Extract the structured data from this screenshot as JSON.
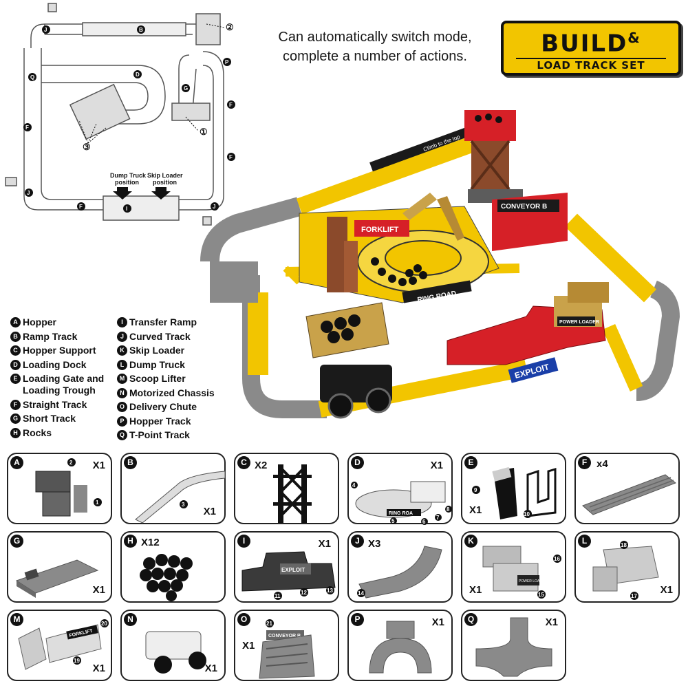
{
  "header": {
    "tagline_line1": "Can automatically switch mode,",
    "tagline_line2": "complete a number of actions.",
    "logo_build": "BUILD",
    "logo_amp": "&",
    "logo_subtitle": "LOAD TRACK SET"
  },
  "layout_diagram": {
    "dump_truck_label_1": "Dump Truck",
    "dump_truck_label_2": "position",
    "skip_loader_label_1": "Skip Loader",
    "skip_loader_label_2": "position",
    "callout_1": "①",
    "callout_2": "②",
    "callout_3": "③",
    "track_letters": [
      "J",
      "B",
      "Q",
      "D",
      "G",
      "P",
      "F",
      "F",
      "F",
      "J",
      "F",
      "I",
      "J"
    ]
  },
  "playset": {
    "forklift_sign": "FORKLIFT",
    "climb_sign": "Climb to the top",
    "ring_road_sign": "RING ROAD",
    "conveyor_sign": "CONVEYOR B",
    "exploit_sign": "EXPLOIT",
    "power_loader_sign": "POWER LOADER",
    "colors": {
      "yellow": "#f2c500",
      "red": "#d62027",
      "gray": "#8a8a8a",
      "brown": "#8b4a2b",
      "black": "#1a1a1a"
    }
  },
  "legend": {
    "column1": [
      {
        "letter": "A",
        "label": "Hopper"
      },
      {
        "letter": "B",
        "label": "Ramp Track"
      },
      {
        "letter": "C",
        "label": "Hopper Support"
      },
      {
        "letter": "D",
        "label": "Loading Dock"
      },
      {
        "letter": "E",
        "label": "Loading Gate and Loading Trough"
      },
      {
        "letter": "F",
        "label": "Straight Track"
      },
      {
        "letter": "G",
        "label": "Short Track"
      },
      {
        "letter": "H",
        "label": "Rocks"
      }
    ],
    "column2": [
      {
        "letter": "I",
        "label": "Transfer Ramp"
      },
      {
        "letter": "J",
        "label": "Curved Track"
      },
      {
        "letter": "K",
        "label": "Skip Loader"
      },
      {
        "letter": "L",
        "label": "Dump Truck"
      },
      {
        "letter": "M",
        "label": "Scoop Lifter"
      },
      {
        "letter": "N",
        "label": "Motorized Chassis"
      },
      {
        "letter": "O",
        "label": "Delivery Chute"
      },
      {
        "letter": "P",
        "label": "Hopper Track"
      },
      {
        "letter": "Q",
        "label": "T-Point Track"
      }
    ]
  },
  "parts": [
    {
      "letter": "A",
      "qty": "X1"
    },
    {
      "letter": "B",
      "qty": "X1"
    },
    {
      "letter": "C",
      "qty": "X2"
    },
    {
      "letter": "D",
      "qty": "X1"
    },
    {
      "letter": "E",
      "qty": "X1"
    },
    {
      "letter": "F",
      "qty": "x4"
    },
    {
      "letter": "G",
      "qty": "X1"
    },
    {
      "letter": "H",
      "qty": "X12"
    },
    {
      "letter": "I",
      "qty": "X1"
    },
    {
      "letter": "J",
      "qty": "X3"
    },
    {
      "letter": "K",
      "qty": "X1"
    },
    {
      "letter": "L",
      "qty": "X1"
    },
    {
      "letter": "M",
      "qty": "X1"
    },
    {
      "letter": "N",
      "qty": "X1"
    },
    {
      "letter": "O",
      "qty": "X1"
    },
    {
      "letter": "P",
      "qty": "X1"
    },
    {
      "letter": "Q",
      "qty": "X1"
    }
  ],
  "part_callouts": {
    "A": [
      "2",
      "1"
    ],
    "B": [
      "3"
    ],
    "D": [
      "4",
      "5",
      "6",
      "7",
      "8"
    ],
    "E": [
      "9",
      "10"
    ],
    "I": [
      "11",
      "12",
      "13"
    ],
    "J": [
      "14"
    ],
    "K": [
      "16",
      "15"
    ],
    "L": [
      "18",
      "17"
    ],
    "M": [
      "20",
      "19"
    ],
    "O": [
      "21"
    ]
  },
  "part_labels": {
    "ring_road": "RING ROA",
    "exploit": "EXPLOIT",
    "power_loader": "POWER LOADER",
    "forklift": "FORKLIFT",
    "conveyor": "CONVEYOR B"
  }
}
